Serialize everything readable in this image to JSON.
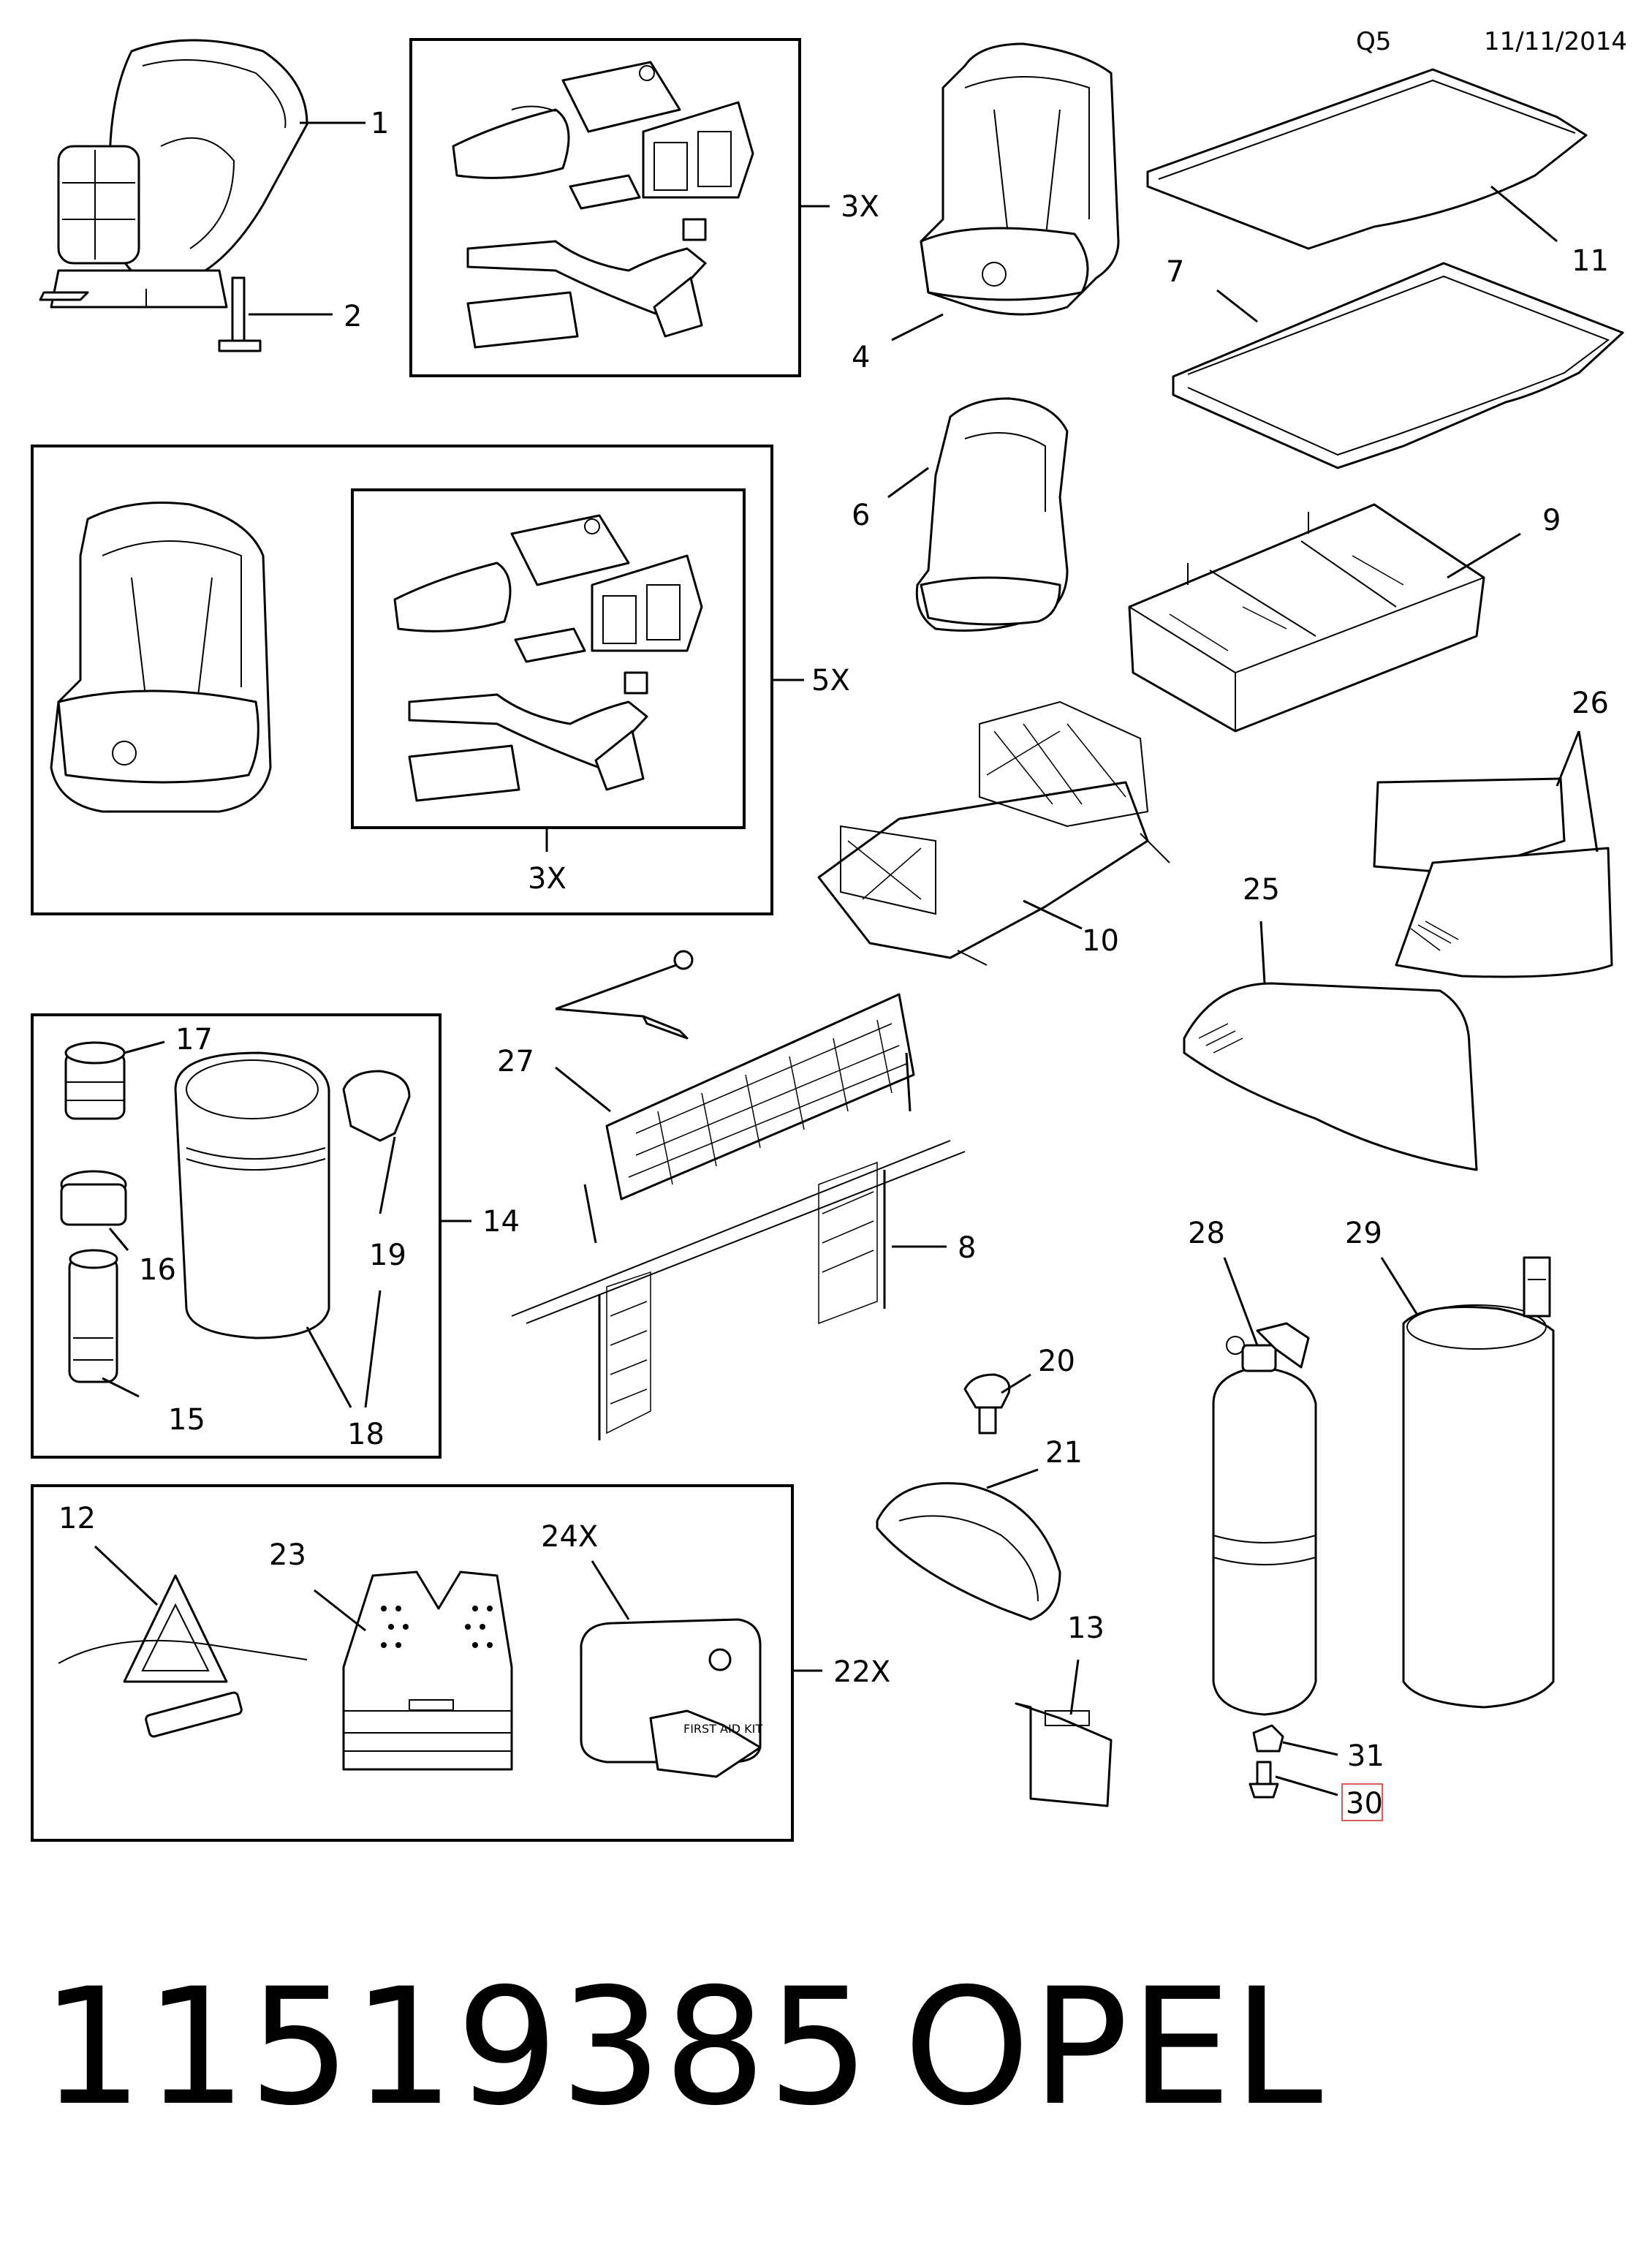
{
  "header": {
    "code": "Q5",
    "date": "11/11/2014"
  },
  "callouts": {
    "c1": "1",
    "c2": "2",
    "c3x_top": "3X",
    "c4": "4",
    "c5x": "5X",
    "c3x_inner": "3X",
    "c6": "6",
    "c7": "7",
    "c8": "8",
    "c9": "9",
    "c10": "10",
    "c11": "11",
    "c12": "12",
    "c13": "13",
    "c14": "14",
    "c15": "15",
    "c16": "16",
    "c17": "17",
    "c18": "18",
    "c19": "19",
    "c20": "20",
    "c21": "21",
    "c22x": "22X",
    "c23": "23",
    "c24x": "24X",
    "c25": "25",
    "c26": "26",
    "c27": "27",
    "c28": "28",
    "c29": "29",
    "c30": "30",
    "c31": "31"
  },
  "kit_text": "FIRST AID KIT",
  "highlight_color": "#e05a5a",
  "footer": {
    "part_number": "11519385",
    "brand": "OPEL"
  }
}
